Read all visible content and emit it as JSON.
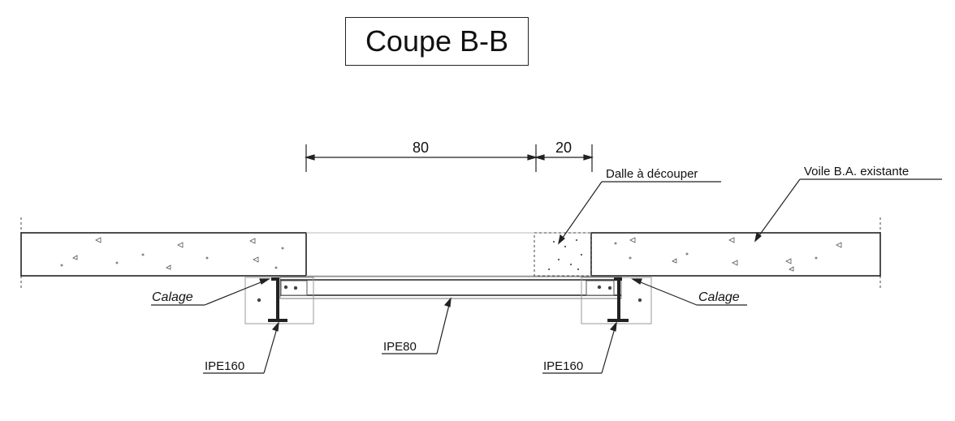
{
  "title": "Coupe B-B",
  "dimensions": {
    "left_span": "80",
    "right_span": "20"
  },
  "labels": {
    "dalle": "Dalle à découper",
    "voile": "Voile B.A. existante",
    "calage_left": "Calage",
    "calage_right": "Calage",
    "ipe80": "IPE80",
    "ipe160_left": "IPE160",
    "ipe160_right": "IPE160"
  },
  "colors": {
    "line": "#222222",
    "light": "#999999",
    "hatch": "#555555"
  }
}
